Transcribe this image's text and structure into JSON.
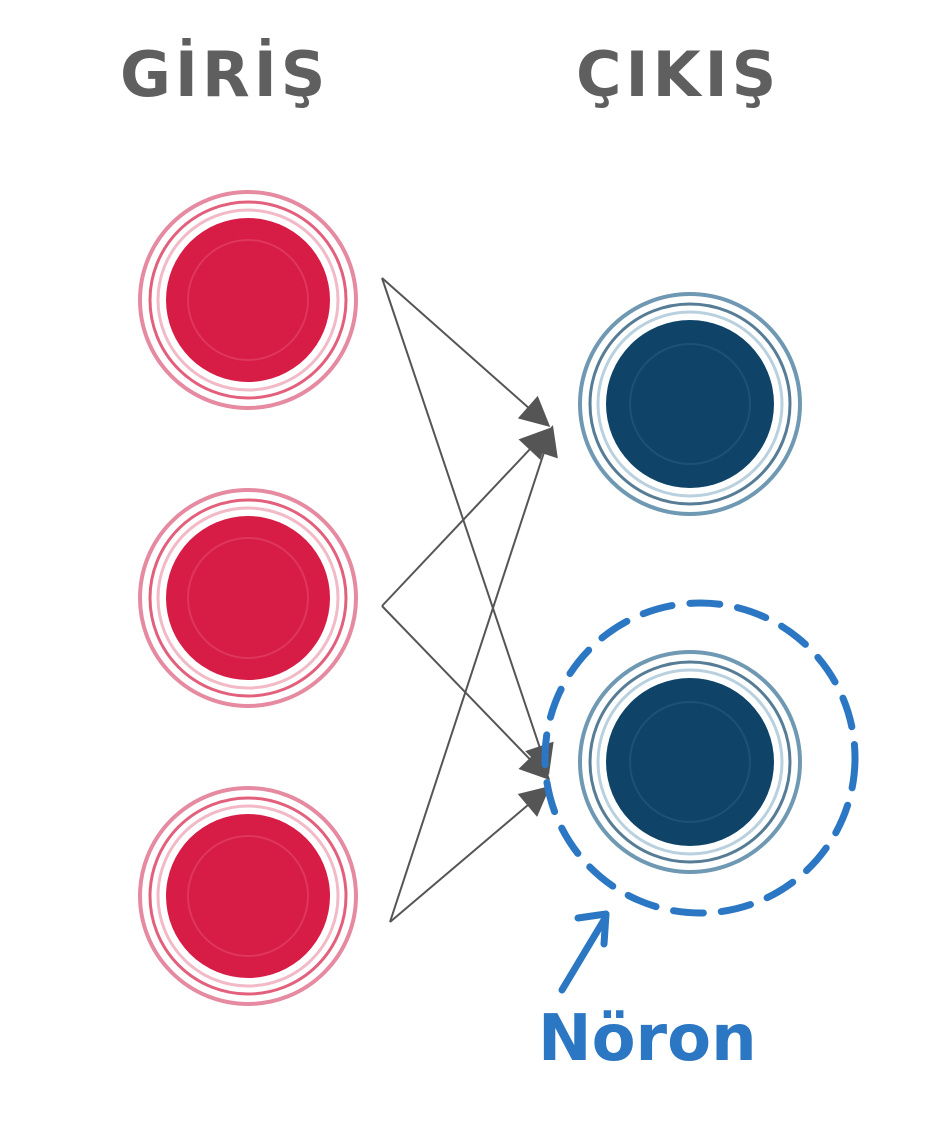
{
  "headings": {
    "inputs": "GİRİŞ",
    "outputs": "ÇIKIŞ"
  },
  "callout": {
    "label": "Nöron"
  },
  "colors": {
    "input_node": "#d71c46",
    "output_node": "#0f4468",
    "arrow": "#555555",
    "callout": "#2b77c3",
    "heading": "#5f5f5f"
  },
  "diagram": {
    "input_nodes": 3,
    "output_nodes": 2,
    "connections": [
      [
        0,
        0
      ],
      [
        0,
        1
      ],
      [
        1,
        0
      ],
      [
        1,
        1
      ],
      [
        2,
        0
      ],
      [
        2,
        1
      ]
    ],
    "highlighted_output": 1
  }
}
